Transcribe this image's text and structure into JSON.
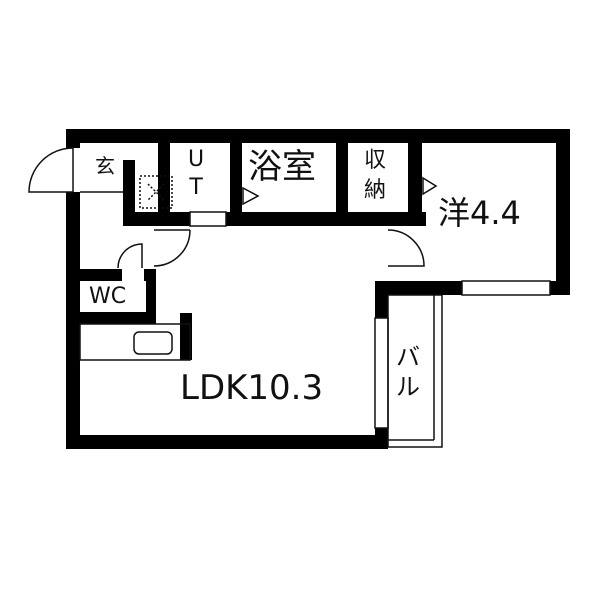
{
  "rooms": {
    "entrance": "玄",
    "utility": "U\nT",
    "bath": "浴室",
    "storage": "収\n納",
    "western": "洋4.4",
    "toilet": "WC",
    "balcony": "バ\nル",
    "ldk": "LDK10.3"
  },
  "colors": {
    "wall": "#000000",
    "line": "#111111",
    "background": "#ffffff"
  }
}
